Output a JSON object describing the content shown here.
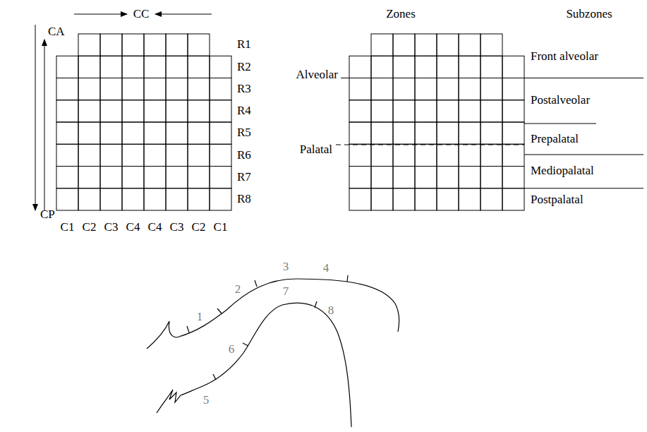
{
  "diagram": {
    "labels": [
      "CC",
      "CA",
      "R1",
      "R2",
      "R3",
      "R4",
      "R5",
      "R6",
      "R7",
      "R8",
      "CP",
      "C1",
      "C2",
      "C3",
      "C4",
      "C4",
      "C3",
      "C2",
      "C1",
      "Zones",
      "Subzones",
      "Alveolar",
      "Palatal",
      "Front alveolar",
      "Postalveolar",
      "Prepalatal",
      "Mediopalatal",
      "Postpalatal",
      "1",
      "2",
      "3",
      "4",
      "5",
      "6",
      "7",
      "8"
    ]
  }
}
